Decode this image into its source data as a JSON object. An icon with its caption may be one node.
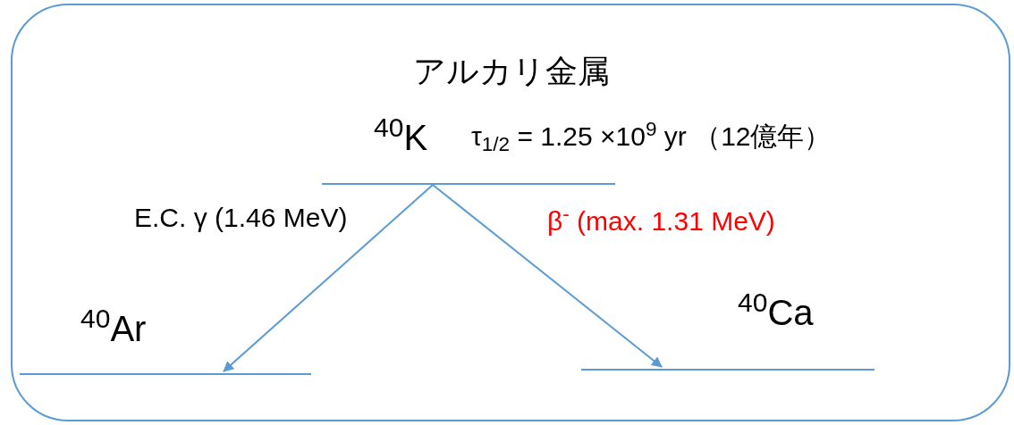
{
  "diagram": {
    "nodes": [
      {
        "text": [
          "$^{40}$K"
        ],
        "beside": [
          "アルカリ金属",
          "τ$_{1/2}$ = 1.25 ×10$^{9}$ yr （12億年）"
        ]
      },
      {
        "text": [
          "$^{40}$Ar"
        ]
      },
      {
        "text": [
          "$^{40}$Ca"
        ]
      }
    ],
    "edges": [
      {
        "from": 0,
        "to": 1,
        "arrow": "to",
        "label": "E.C. γ (1.46 MeV)"
      },
      {
        "from": 0,
        "to": 2,
        "arrow": "to",
        "label": "β$^{-}$ (max. 1.31 MeV)"
      }
    ]
  }
}
